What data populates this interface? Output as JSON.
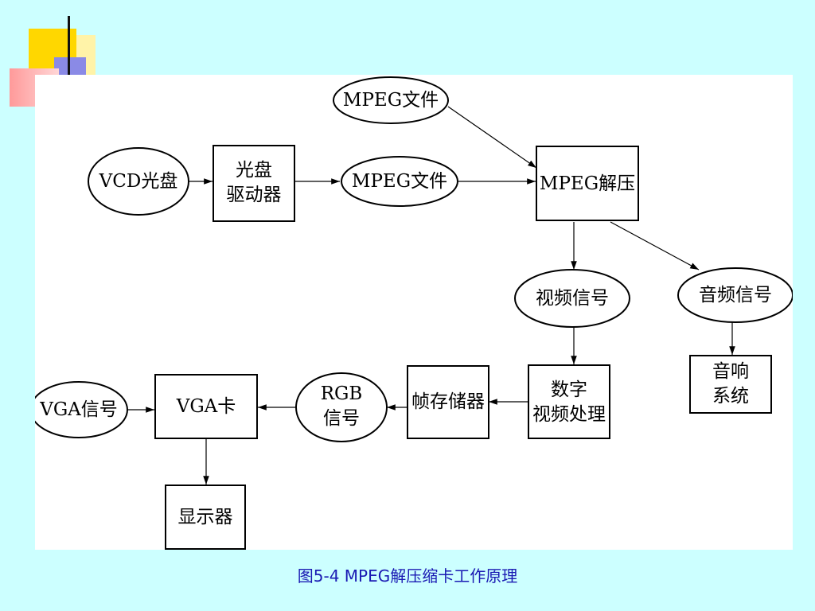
{
  "nodes": {
    "mpeg_file_top": "MPEG文件",
    "vcd_disc": "VCD光盘",
    "disc_drive": [
      "光盘",
      "驱动器"
    ],
    "mpeg_file_mid": "MPEG文件",
    "mpeg_decompress": "MPEG解压",
    "video_signal": "视频信号",
    "audio_signal": "音频信号",
    "audio_system": [
      "音响",
      "系统"
    ],
    "digital_video_processing": [
      "数字",
      "视频处理"
    ],
    "frame_memory": "帧存储器",
    "rgb_signal": [
      "RGB",
      "信号"
    ],
    "vga_card": "VGA卡",
    "vga_signal": "VGA信号",
    "display": "显示器"
  },
  "caption": "图5-4 MPEG解压缩卡工作原理"
}
